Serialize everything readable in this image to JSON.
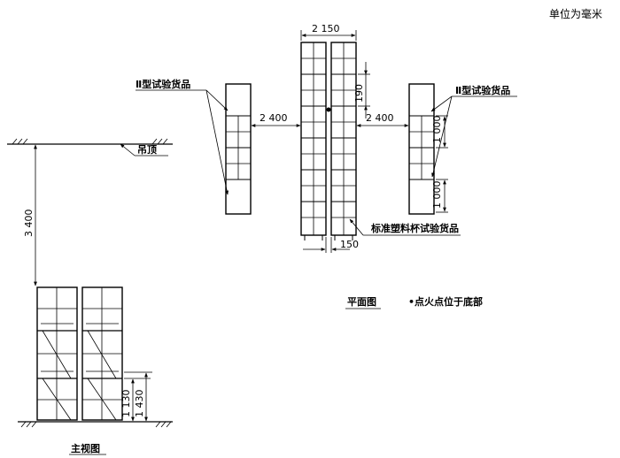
{
  "units_note": "单位为毫米",
  "labels": {
    "type2_left": "Ⅱ型试验货品",
    "type2_right": "Ⅱ型试验货品",
    "ceiling": "吊顶",
    "standard_cup": "标准塑料杯试验货品",
    "plan_view": "平面图",
    "ignition": "•点火点位于底部",
    "front_view": "主视图"
  },
  "dimensions": {
    "width_total": "2 150",
    "gap_left": "2 400",
    "gap_right": "2 400",
    "flue": "190",
    "right_upper": "1 000",
    "right_lower": "1 000",
    "bottom_gap": "150",
    "height_ceiling": "3 400",
    "h_1130": "1 130",
    "h_1430": "1 430"
  }
}
